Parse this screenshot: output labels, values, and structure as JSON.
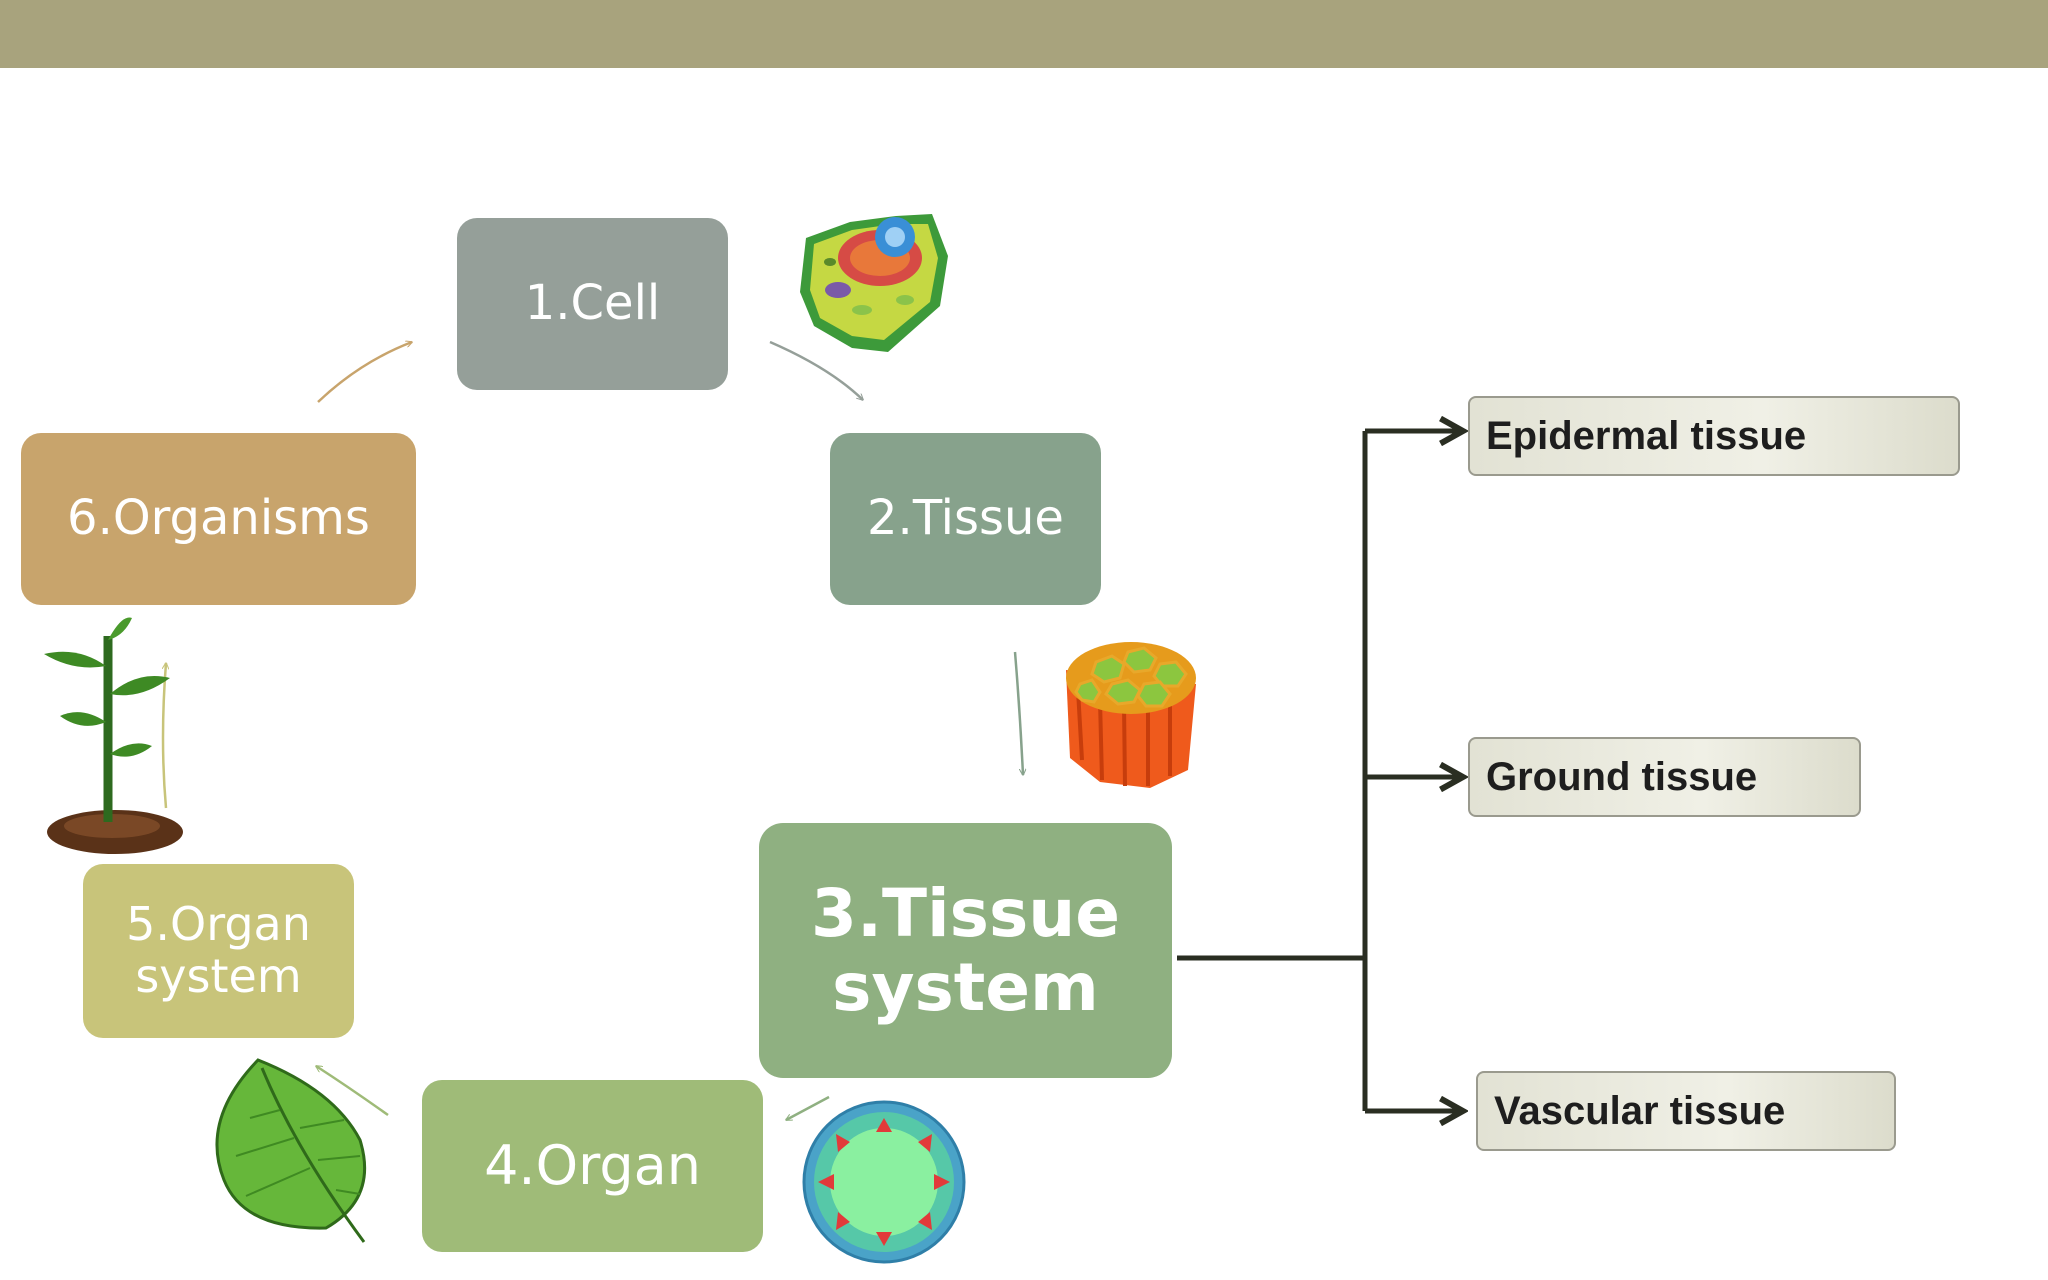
{
  "diagram": {
    "levels": [
      {
        "id": "cell",
        "label": "1.Cell"
      },
      {
        "id": "tissue",
        "label": "2.Tissue"
      },
      {
        "id": "tissue_system",
        "label": "3.Tissue system"
      },
      {
        "id": "organ",
        "label": "4.Organ"
      },
      {
        "id": "organ_system",
        "label": "5.Organ system"
      },
      {
        "id": "organisms",
        "label": "6.Organisms"
      }
    ],
    "tissue_types": [
      {
        "label": "Epidermal tissue"
      },
      {
        "label": "Ground tissue"
      },
      {
        "label": "Vascular tissue"
      }
    ],
    "illustrations": [
      "plant-cell-icon",
      "tissue-column-icon",
      "stem-cross-section-icon",
      "leaf-icon",
      "seedling-icon"
    ]
  },
  "colors": {
    "header_bar": "#a8a37d",
    "cell": "#959f99",
    "tissue": "#87a28c",
    "tissue_system": "#8fb081",
    "organ": "#9fbb78",
    "organ_system": "#c8c47a",
    "organisms": "#c8a46c",
    "connector": "#2a2e22"
  }
}
